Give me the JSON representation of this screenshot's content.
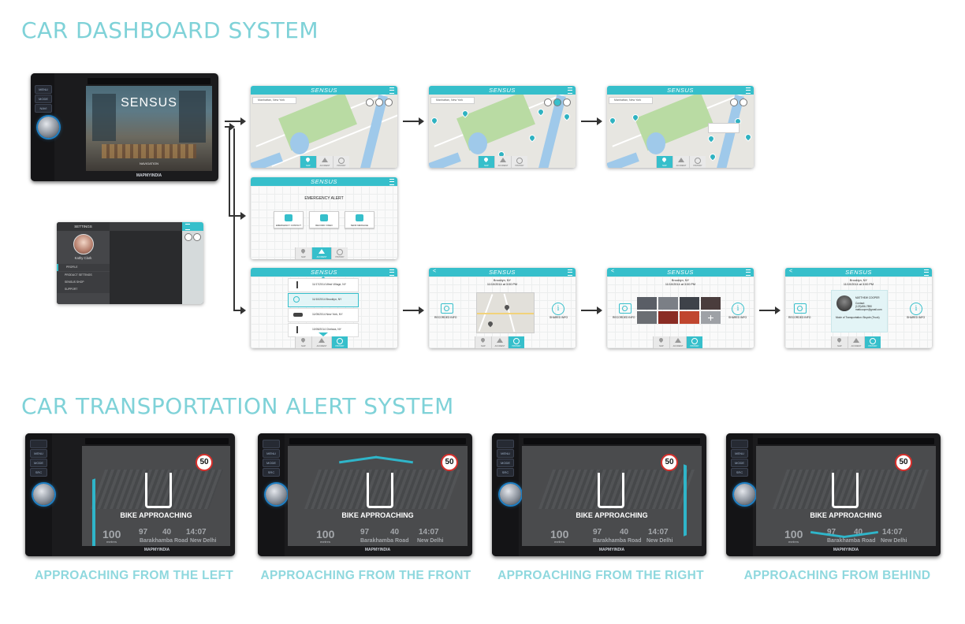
{
  "titles": {
    "dashboard": "CAR DASHBOARD SYSTEM",
    "alert": "CAR TRANSPORTATION ALERT SYSTEM"
  },
  "brand": {
    "logo": "SENSUS",
    "headunit": "MAPMYINDIA",
    "splash_subtitle": "NAVIGATION"
  },
  "device_buttons": [
    "MENU",
    "MODE",
    "NAVI",
    "SRC"
  ],
  "map": {
    "search_value": "Manhattan, New York"
  },
  "tabs": [
    "MAP",
    "ACCIDENT",
    "HISTORY"
  ],
  "emergency": {
    "title": "EMERGENCY ALERT",
    "buttons": [
      "EMERGENCY CONTACT",
      "RECORD VIDEO",
      "SEND MESSAGE"
    ]
  },
  "settings": {
    "title": "SETTINGS",
    "user": "Kathy Clark",
    "items": [
      "PROFILE",
      "PRODUCT SETTINGS",
      "SENSUS SHOP",
      "SUPPORT"
    ]
  },
  "history": {
    "rides": [
      {
        "icon": "walk-icon",
        "label": "11/17/2014 West Village, NY"
      },
      {
        "icon": "bike-icon",
        "label": "11/10/2014 Brooklyn, NY"
      },
      {
        "icon": "car-icon",
        "label": "11/05/2014 New York, NY"
      },
      {
        "icon": "walk-icon",
        "label": "10/05/2014 Chelsea, NY"
      }
    ]
  },
  "detail": {
    "location": "Brooklyn, NY",
    "datetime": "11/10/2014 at 3:00 PM",
    "recorded": "RECORDED INFO",
    "shared": "SHARED INFO",
    "contact_name": "MATTHEW COOPER",
    "contact_label": "Contact:",
    "contact_phone": "(123)456-7890",
    "contact_email": "mattcooper@gmail.com",
    "contact_note": "Mode of Transportation: Bicycle (Truck)"
  },
  "alert_screen": {
    "speed_limit": "50",
    "label": "BIKE APPROACHING",
    "distance": "100",
    "distance_unit": "metres",
    "eta_a": "97",
    "eta_b": "40",
    "clock": "14:07",
    "road": "Barakhamba Road",
    "city": "New Delhi"
  },
  "captions": [
    "APPROACHING FROM THE LEFT",
    "APPROACHING FROM THE FRONT",
    "APPROACHING FROM THE RIGHT",
    "APPROACHING FROM BEHIND"
  ],
  "colors": {
    "accent": "#36bfcb",
    "title": "#7fd2d8",
    "alert_bar": "#2fb5c9"
  }
}
